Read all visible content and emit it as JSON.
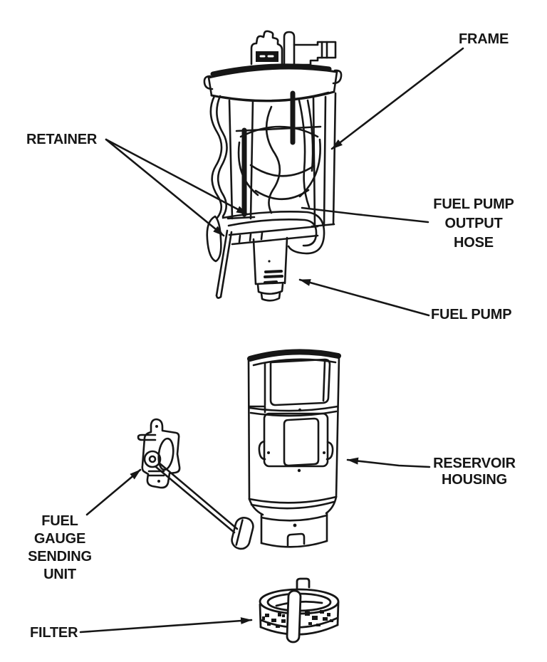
{
  "figure": {
    "description": "Exploded line-art diagram of an in-tank fuel pump module assembly",
    "background_color": "#ffffff",
    "ink_color": "#161616"
  },
  "labels": {
    "frame": {
      "text": "FRAME"
    },
    "retainer": {
      "text": "RETAINER"
    },
    "fuel_pump_output_hose": {
      "lines": [
        "FUEL PUMP",
        "OUTPUT",
        "HOSE"
      ]
    },
    "fuel_pump": {
      "text": "FUEL PUMP"
    },
    "reservoir_housing": {
      "lines": [
        "RESERVOIR",
        "HOUSING"
      ]
    },
    "fuel_gauge_sending_unit": {
      "lines": [
        "FUEL",
        "GAUGE",
        "SENDING",
        "UNIT"
      ]
    },
    "filter": {
      "text": "FILTER"
    }
  }
}
